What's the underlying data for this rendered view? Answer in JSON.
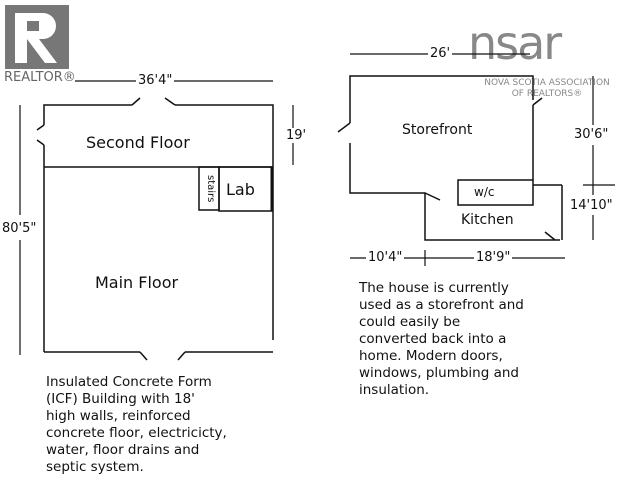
{
  "logos": {
    "realtor": "REALTOR®",
    "nsar": "nsar",
    "nsar_tagline": "NOVA SCOTIA ASSOCIATION OF REALTORS®"
  },
  "left_plan": {
    "width_dim": "36'4\"",
    "height_dim": "80'5\"",
    "second_floor_dim": "19'",
    "rooms": {
      "second_floor": "Second Floor",
      "main_floor": "Main Floor",
      "stairs": "stairs",
      "lab": "Lab"
    },
    "description": "Insulated Concrete Form\n(ICF) Building with 18'\nhigh walls, reinforced\nconcrete floor, electricicty,\nwater, floor drains and\nseptic system."
  },
  "right_plan": {
    "width_dim": "26'",
    "storefront_dim": "30'6\"",
    "kitchen_dim": "14'10\"",
    "bottom_left_dim": "10'4\"",
    "bottom_right_dim": "18'9\"",
    "rooms": {
      "storefront": "Storefront",
      "wc": "w/c",
      "kitchen": "Kitchen"
    },
    "description": "The house is currently\nused as a storefront and\ncould easily be\nconverted back into a\nhome. Modern doors,\nwindows, plumbing and\ninsulation."
  }
}
